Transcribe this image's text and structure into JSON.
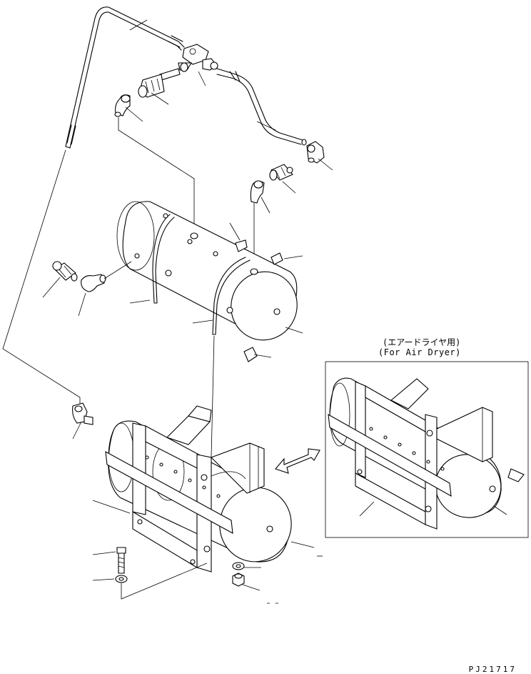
{
  "inset": {
    "title_jp": "(エアードライヤ用)",
    "title_en": "(For Air Dryer)"
  },
  "drawing_code": "PJ21717",
  "colors": {
    "line": "#000000",
    "background": "#ffffff"
  }
}
